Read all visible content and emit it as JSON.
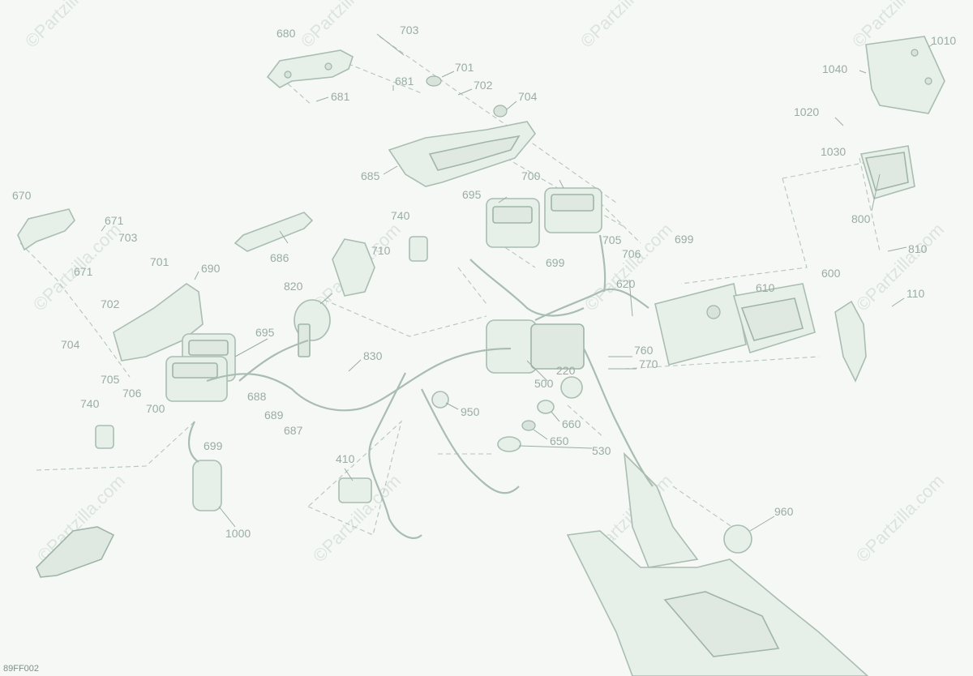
{
  "diagram": {
    "code": "89FF002",
    "watermark": "©Partzilla.com"
  },
  "callouts": [
    {
      "id": "680",
      "text": "680"
    },
    {
      "id": "681",
      "text": "681"
    },
    {
      "id": "681b",
      "text": "681"
    },
    {
      "id": "703a",
      "text": "703"
    },
    {
      "id": "701a",
      "text": "701"
    },
    {
      "id": "702a",
      "text": "702"
    },
    {
      "id": "704a",
      "text": "704"
    },
    {
      "id": "685",
      "text": "685"
    },
    {
      "id": "700a",
      "text": "700"
    },
    {
      "id": "695a",
      "text": "695"
    },
    {
      "id": "740a",
      "text": "740"
    },
    {
      "id": "705a",
      "text": "705"
    },
    {
      "id": "706a",
      "text": "706"
    },
    {
      "id": "699a",
      "text": "699"
    },
    {
      "id": "699b",
      "text": "699"
    },
    {
      "id": "1010",
      "text": "1010"
    },
    {
      "id": "1040",
      "text": "1040"
    },
    {
      "id": "1020",
      "text": "1020"
    },
    {
      "id": "1030",
      "text": "1030"
    },
    {
      "id": "800",
      "text": "800"
    },
    {
      "id": "810",
      "text": "810"
    },
    {
      "id": "670",
      "text": "670"
    },
    {
      "id": "671a",
      "text": "671"
    },
    {
      "id": "703b",
      "text": "703"
    },
    {
      "id": "671b",
      "text": "671"
    },
    {
      "id": "701b",
      "text": "701"
    },
    {
      "id": "690",
      "text": "690"
    },
    {
      "id": "686",
      "text": "686"
    },
    {
      "id": "710",
      "text": "710"
    },
    {
      "id": "702b",
      "text": "702"
    },
    {
      "id": "704b",
      "text": "704"
    },
    {
      "id": "695b",
      "text": "695"
    },
    {
      "id": "820",
      "text": "820"
    },
    {
      "id": "830",
      "text": "830"
    },
    {
      "id": "620",
      "text": "620"
    },
    {
      "id": "610",
      "text": "610"
    },
    {
      "id": "600",
      "text": "600"
    },
    {
      "id": "110",
      "text": "110"
    },
    {
      "id": "705b",
      "text": "705"
    },
    {
      "id": "706b",
      "text": "706"
    },
    {
      "id": "700b",
      "text": "700"
    },
    {
      "id": "688",
      "text": "688"
    },
    {
      "id": "689",
      "text": "689"
    },
    {
      "id": "687",
      "text": "687"
    },
    {
      "id": "699c",
      "text": "699"
    },
    {
      "id": "740b",
      "text": "740"
    },
    {
      "id": "500",
      "text": "500"
    },
    {
      "id": "950",
      "text": "950"
    },
    {
      "id": "760",
      "text": "760"
    },
    {
      "id": "770",
      "text": "770"
    },
    {
      "id": "220",
      "text": "220"
    },
    {
      "id": "660",
      "text": "660"
    },
    {
      "id": "650",
      "text": "650"
    },
    {
      "id": "530",
      "text": "530"
    },
    {
      "id": "410",
      "text": "410"
    },
    {
      "id": "1000",
      "text": "1000"
    },
    {
      "id": "960",
      "text": "960"
    }
  ]
}
